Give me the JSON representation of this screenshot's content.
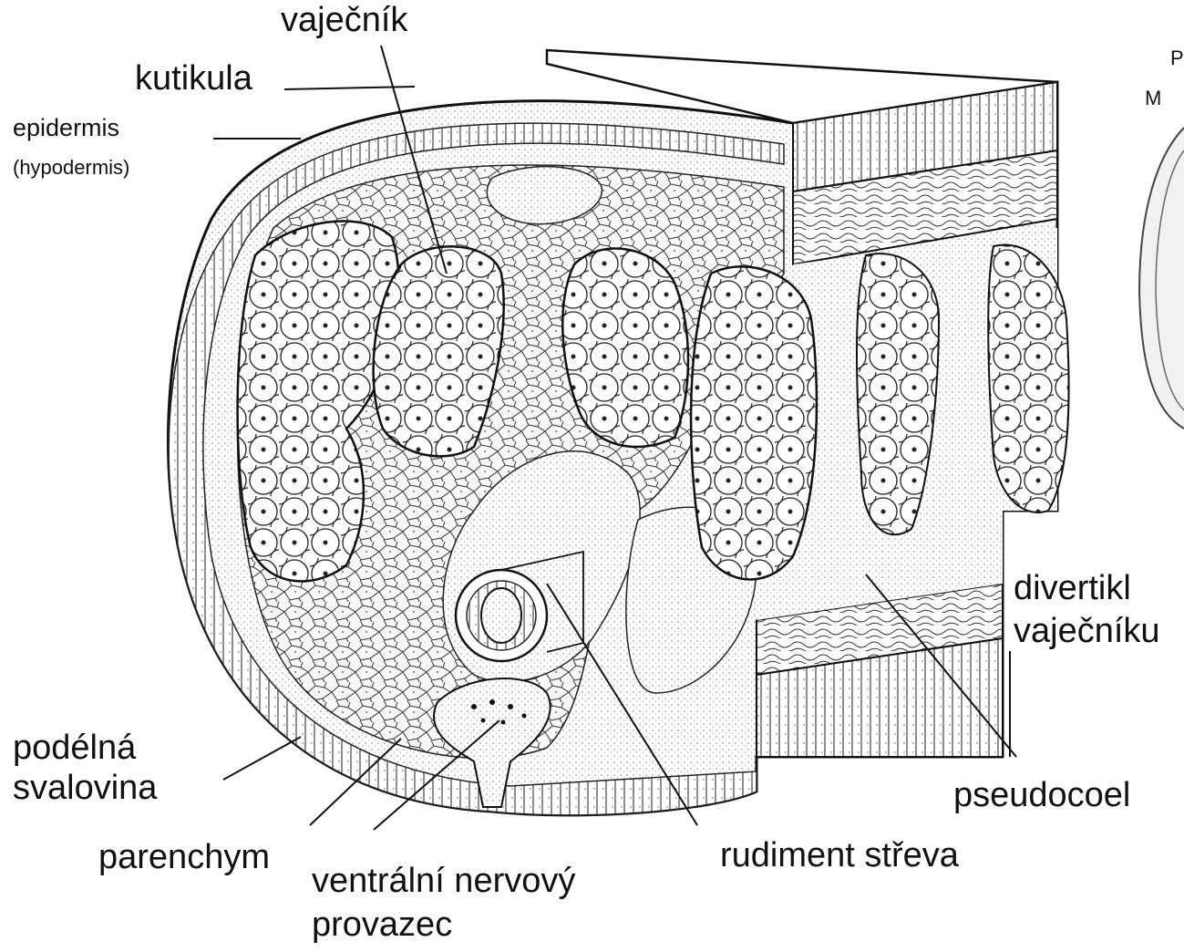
{
  "labels": {
    "vajecnik": "vaječník",
    "kutikula": "kutikula",
    "epidermis": "epidermis",
    "hypodermis": "(hypodermis)",
    "divertikl_1": "divertikl",
    "divertikl_2": "vaječníku",
    "podelna_1": "podélná",
    "podelna_2": "svalovina",
    "pseudocoel": "pseudocoel",
    "parenchym": "parenchym",
    "rudiment": "rudiment střeva",
    "ventralni_1": "ventrální nervový",
    "ventralni_2": "provazec"
  },
  "inset_letters": {
    "m": "M",
    "p": "P"
  },
  "colors": {
    "ink": "#1a1a1a",
    "stipple": "#ececec",
    "background": "#ffffff"
  }
}
